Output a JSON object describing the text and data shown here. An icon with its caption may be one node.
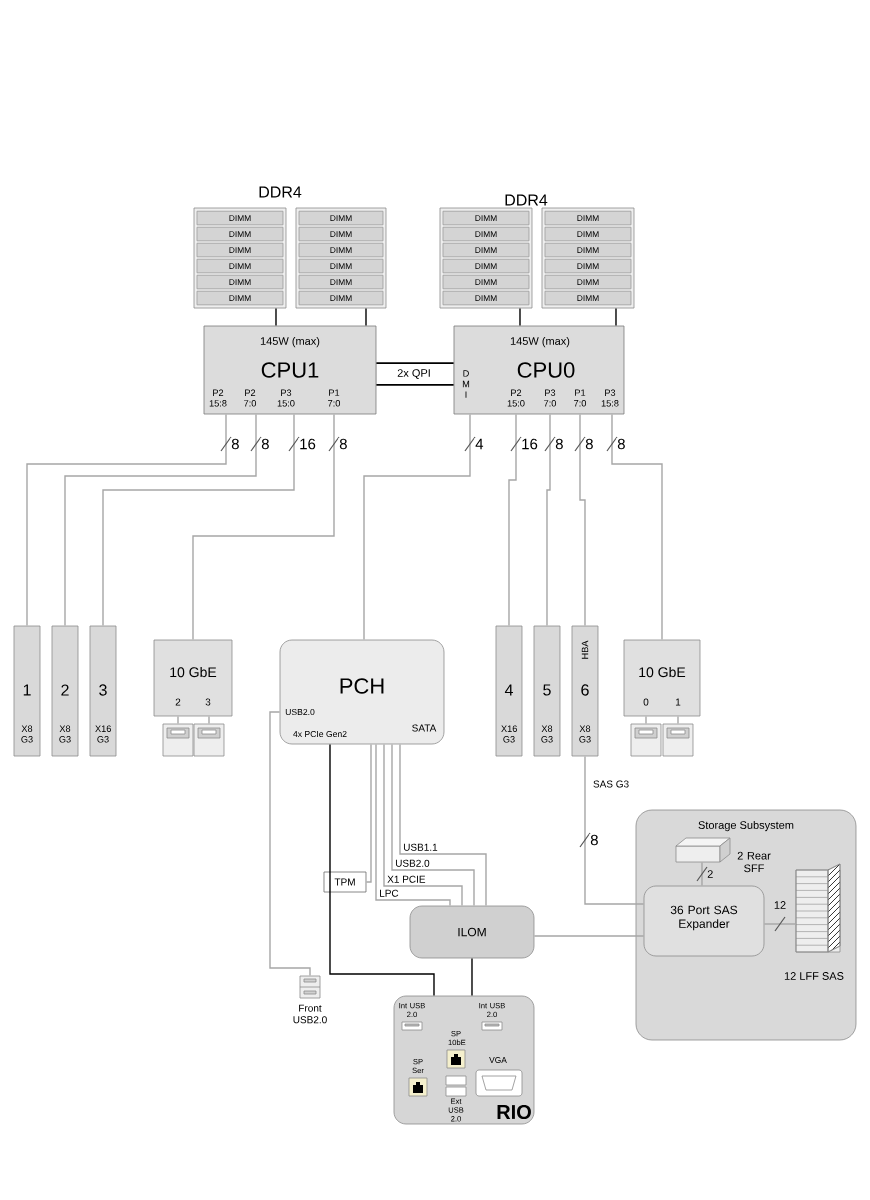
{
  "diagram": {
    "nodes": [
      {
        "text": [],
        "shape": "box"
      },
      {
        "text": [
          "DIMM"
        ],
        "in": 0
      },
      {
        "text": [
          "DIMM"
        ],
        "in": 0
      },
      {
        "text": [
          "DIMM"
        ],
        "in": 0
      },
      {
        "text": [
          "DIMM"
        ],
        "in": 0
      },
      {
        "text": [
          "DIMM"
        ],
        "in": 0
      },
      {
        "text": [
          "DIMM"
        ],
        "in": 0
      },
      {
        "text": [],
        "shape": "box"
      },
      {
        "text": [
          "DIMM"
        ],
        "in": 7
      },
      {
        "text": [
          "DIMM"
        ],
        "in": 7
      },
      {
        "text": [
          "DIMM"
        ],
        "in": 7
      },
      {
        "text": [
          "DIMM"
        ],
        "in": 7
      },
      {
        "text": [
          "DIMM"
        ],
        "in": 7
      },
      {
        "text": [
          "DIMM"
        ],
        "in": 7
      },
      {
        "text": [],
        "shape": "box"
      },
      {
        "text": [
          "DIMM"
        ],
        "in": 14
      },
      {
        "text": [
          "DIMM"
        ],
        "in": 14
      },
      {
        "text": [
          "DIMM"
        ],
        "in": 14
      },
      {
        "text": [
          "DIMM"
        ],
        "in": 14
      },
      {
        "text": [
          "DIMM"
        ],
        "in": 14
      },
      {
        "text": [
          "DIMM"
        ],
        "in": 14
      },
      {
        "text": [],
        "shape": "box"
      },
      {
        "text": [
          "DIMM"
        ],
        "in": 21
      },
      {
        "text": [
          "DIMM"
        ],
        "in": 21
      },
      {
        "text": [
          "DIMM"
        ],
        "in": 21
      },
      {
        "text": [
          "DIMM"
        ],
        "in": 21
      },
      {
        "text": [
          "DIMM"
        ],
        "in": 21
      },
      {
        "text": [
          "DIMM"
        ],
        "in": 21
      },
      {
        "text": [
          "145W (max)",
          "CPU1",
          "P2 15:8",
          "P2 7:0",
          "P3 15:0",
          "P1 7:0"
        ]
      },
      {
        "text": [
          "145W (max)",
          "D M I",
          "CPU0",
          "P2 15:0",
          "P3 7:0",
          "P1 7:0",
          "P3 15:8"
        ]
      },
      {
        "text": [
          "1",
          "X8 G3"
        ]
      },
      {
        "text": [
          "2",
          "X8 G3"
        ]
      },
      {
        "text": [
          "3",
          "X16 G3"
        ]
      },
      {
        "text": [
          "10 GbE",
          "2",
          "3"
        ]
      },
      {
        "text": [],
        "shape": "box"
      },
      {
        "text": [],
        "shape": "box"
      },
      {
        "text": [
          "PCH",
          "USB2.0",
          "4x PCIe Gen2",
          "SATA"
        ]
      },
      {
        "text": [
          "4",
          "X16 G3"
        ]
      },
      {
        "text": [
          "5",
          "X8 G3"
        ]
      },
      {
        "text": [
          "HBA",
          "6",
          "X8 G3"
        ]
      },
      {
        "text": [
          "10 GbE",
          "0",
          "1"
        ]
      },
      {
        "text": [],
        "shape": "box"
      },
      {
        "text": [],
        "shape": "box"
      },
      {
        "text": [
          "TPM"
        ]
      },
      {
        "text": [
          "ILOM"
        ]
      },
      {
        "text": [
          "Storage Subsystem"
        ]
      },
      {
        "text": [],
        "shape": "box",
        "in": 45,
        "beside": [
          "2 Rear SFF"
        ]
      },
      {
        "text": [
          "36 Port SAS Expander"
        ],
        "in": 45
      },
      {
        "text": [],
        "shape": "box",
        "in": 45,
        "beside": [
          "12 LFF SAS"
        ]
      },
      {
        "text": [],
        "shape": "box",
        "beside": [
          "Front USB2.0"
        ]
      },
      {
        "text": [
          "RIO"
        ]
      },
      {
        "text": [
          "Int USB 2.0"
        ],
        "in": 50
      },
      {
        "text": [
          "Int USB 2.0"
        ],
        "in": 50
      },
      {
        "text": [
          "SP 10bE"
        ],
        "in": 50
      },
      {
        "text": [
          "SP Ser"
        ],
        "in": 50
      },
      {
        "text": [
          "Ext USB 2.0"
        ],
        "in": 50
      },
      {
        "text": [
          "VGA"
        ],
        "in": 50
      }
    ],
    "edges": [
      {
        "from": 0,
        "to": 28,
        "arrow": "none",
        "color": "#000000"
      },
      {
        "from": 7,
        "to": 28,
        "arrow": "none",
        "color": "#000000"
      },
      {
        "from": 14,
        "to": 29,
        "arrow": "none",
        "color": "#000000"
      },
      {
        "from": 21,
        "to": 29,
        "arrow": "none",
        "color": "#000000"
      },
      {
        "from": 28,
        "to": 29,
        "arrow": "none",
        "label": "2x QPI",
        "style": "thick",
        "color": "#000000"
      },
      {
        "from": 28,
        "to": 30,
        "arrow": "none",
        "label": "8"
      },
      {
        "from": 28,
        "to": 31,
        "arrow": "none",
        "label": "8"
      },
      {
        "from": 28,
        "to": 32,
        "arrow": "none",
        "label": "16"
      },
      {
        "from": 28,
        "to": 33,
        "arrow": "none",
        "label": "8"
      },
      {
        "from": 29,
        "to": 36,
        "arrow": "none",
        "label": "4"
      },
      {
        "from": 29,
        "to": 37,
        "arrow": "none",
        "label": "16"
      },
      {
        "from": 29,
        "to": 38,
        "arrow": "none",
        "label": "8"
      },
      {
        "from": 29,
        "to": 39,
        "arrow": "none",
        "label": "8"
      },
      {
        "from": 29,
        "to": 40,
        "arrow": "none",
        "label": "8"
      },
      {
        "from": 33,
        "to": 34,
        "arrow": "none"
      },
      {
        "from": 33,
        "to": 35,
        "arrow": "none"
      },
      {
        "from": 40,
        "to": 41,
        "arrow": "none"
      },
      {
        "from": 40,
        "to": 42,
        "arrow": "none"
      },
      {
        "from": 39,
        "to": 47,
        "arrow": "none",
        "label": "8"
      },
      {
        "from": 36,
        "to": 44,
        "arrow": "none",
        "label": "USB1.1"
      },
      {
        "from": 36,
        "to": 44,
        "arrow": "none",
        "label": "USB2.0"
      },
      {
        "from": 36,
        "to": 44,
        "arrow": "none",
        "label": "X1 PCIE"
      },
      {
        "from": 36,
        "to": 44,
        "arrow": "none",
        "label": "LPC"
      },
      {
        "from": 43,
        "to": 36,
        "arrow": "none"
      },
      {
        "from": 36,
        "to": 49,
        "arrow": "none"
      },
      {
        "from": 36,
        "to": 50,
        "arrow": "none",
        "color": "#000000"
      },
      {
        "from": 44,
        "to": 50,
        "arrow": "none",
        "color": "#000000"
      },
      {
        "from": 44,
        "to": 47,
        "arrow": "none"
      },
      {
        "from": 47,
        "to": 46,
        "arrow": "none",
        "label": "2"
      },
      {
        "from": 47,
        "to": 48,
        "arrow": "none",
        "label": "12"
      }
    ],
    "labels": [
      "DDR4",
      "DDR4",
      "SAS G3"
    ]
  }
}
